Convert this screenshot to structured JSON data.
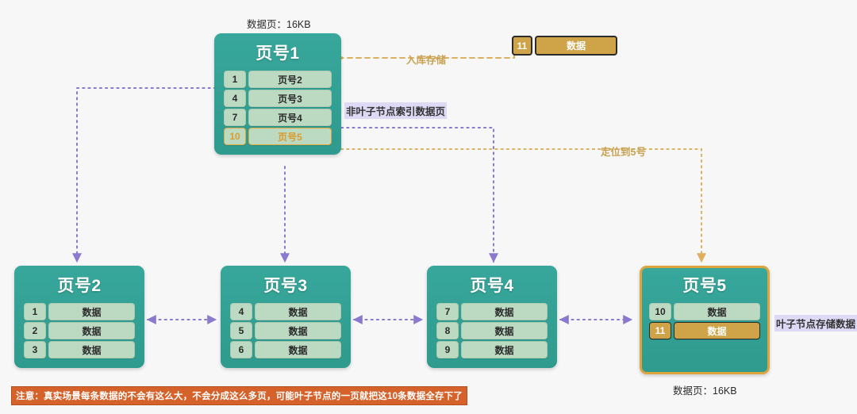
{
  "diagram": {
    "title_caption_top": "数据页：16KB",
    "title_caption_bottom": "数据页：16KB",
    "colors": {
      "node_teal": "#349e92",
      "cell_green": "#bcd9c2",
      "accent_gold": "#cfa348",
      "highlight_border": "#e3a93f",
      "purple_wire": "#8b79d0",
      "gold_wire": "#dcb05f",
      "note_bg": "#d4622a"
    }
  },
  "root": {
    "title": "页号1",
    "rows": [
      {
        "key": "1",
        "value": "页号2",
        "highlight": "none"
      },
      {
        "key": "4",
        "value": "页号3",
        "highlight": "none"
      },
      {
        "key": "7",
        "value": "页号4",
        "highlight": "none"
      },
      {
        "key": "10",
        "value": "页号5",
        "highlight": "outline"
      }
    ]
  },
  "leaves": [
    {
      "title": "页号2",
      "rows": [
        {
          "key": "1",
          "value": "数据",
          "highlight": "none"
        },
        {
          "key": "2",
          "value": "数据",
          "highlight": "none"
        },
        {
          "key": "3",
          "value": "数据",
          "highlight": "none"
        }
      ]
    },
    {
      "title": "页号3",
      "rows": [
        {
          "key": "4",
          "value": "数据",
          "highlight": "none"
        },
        {
          "key": "5",
          "value": "数据",
          "highlight": "none"
        },
        {
          "key": "6",
          "value": "数据",
          "highlight": "none"
        }
      ]
    },
    {
      "title": "页号4",
      "rows": [
        {
          "key": "7",
          "value": "数据",
          "highlight": "none"
        },
        {
          "key": "8",
          "value": "数据",
          "highlight": "none"
        },
        {
          "key": "9",
          "value": "数据",
          "highlight": "none"
        }
      ]
    },
    {
      "title": "页号5",
      "rows": [
        {
          "key": "10",
          "value": "数据",
          "highlight": "none"
        },
        {
          "key": "11",
          "value": "数据",
          "highlight": "fill"
        }
      ]
    }
  ],
  "incoming_record": {
    "key": "11",
    "value": "数据"
  },
  "labels": {
    "insert_flow": "入库存储",
    "nonleaf_index": "非叶子节点索引数据页",
    "locate_page5": "定位到5号",
    "leaf_stores_data": "叶子节点存储数据"
  },
  "note": "注意：真实场景每条数据的不会有这么大，不会分成这么多页，可能叶子节点的一页就把这10条数据全存下了"
}
